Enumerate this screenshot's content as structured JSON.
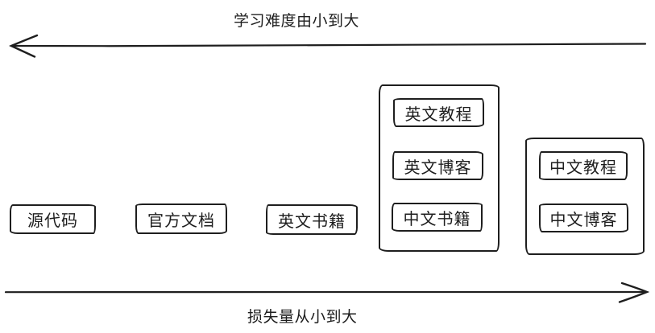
{
  "diagram": {
    "top_axis": {
      "label": "学习难度由小到大",
      "arrow_direction": "left"
    },
    "bottom_axis": {
      "label": "损失量从小到大",
      "arrow_direction": "right"
    },
    "standalone_nodes": [
      {
        "label": "源代码"
      },
      {
        "label": "官方文档"
      },
      {
        "label": "英文书籍"
      }
    ],
    "groups": [
      {
        "items": [
          {
            "label": "英文教程"
          },
          {
            "label": "英文博客"
          },
          {
            "label": "中文书籍"
          }
        ]
      },
      {
        "items": [
          {
            "label": "中文教程"
          },
          {
            "label": "中文博客"
          }
        ]
      }
    ],
    "colors": {
      "stroke": "#1e1e1e",
      "background": "#ffffff"
    }
  }
}
